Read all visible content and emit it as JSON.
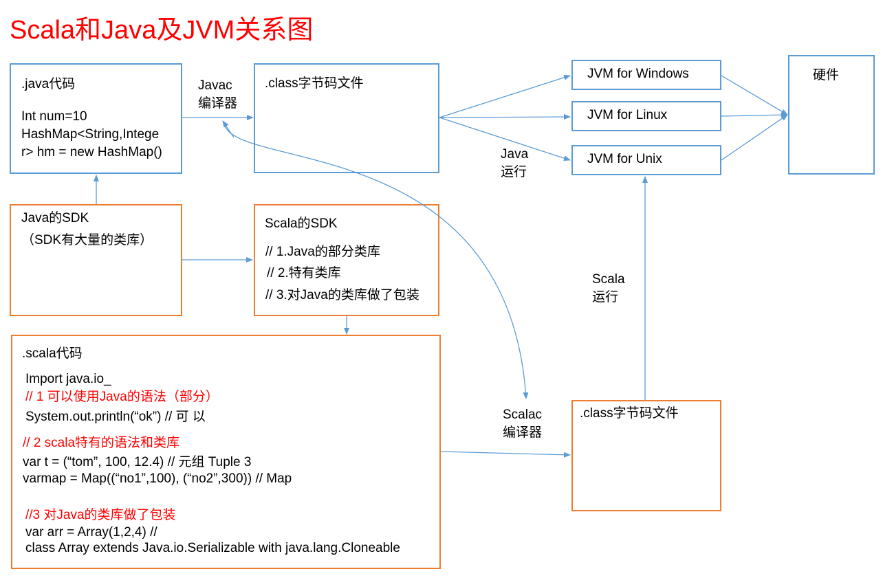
{
  "title": "Scala和Java及JVM关系图",
  "java_code": {
    "header": ".java代码",
    "line1": "Int num=10",
    "line2": "HashMap<String,Intege",
    "line3": "r> hm = new HashMap()"
  },
  "javac": {
    "line1": "Javac",
    "line2": "编译器"
  },
  "class_top": {
    "header": ".class字节码文件"
  },
  "jvm": {
    "windows": "JVM for Windows",
    "linux": "JVM for Linux",
    "unix": "JVM for Unix"
  },
  "hardware": "硬件",
  "java_run": {
    "line1": "Java",
    "line2": "运行"
  },
  "java_sdk": {
    "line1": "Java的SDK",
    "line2": "（SDK有大量的类库）"
  },
  "scala_sdk": {
    "header": "Scala的SDK",
    "item1": "// 1.Java的部分类库",
    "item2": "// 2.特有类库",
    "item3": "// 3.对Java的类库做了包装"
  },
  "scala_run": {
    "line1": "Scala",
    "line2": "运行"
  },
  "scala_code": {
    "header": ".scala代码",
    "import_line": "Import java.io_",
    "comment1": "// 1 可以使用Java的语法（部分）",
    "println_line": "System.out.println(“ok”) // 可 以",
    "comment2": "// 2 scala特有的语法和类库",
    "tuple_line": "var t = (“tom”, 100, 12.4) // 元组 Tuple 3",
    "map_line": "varmap = Map((“no1”,100), (“no2”,300)) // Map",
    "comment3": "//3 对Java的类库做了包装",
    "array_line": "var arr = Array(1,2,4) //",
    "class_line": "class Array extends Java.io.Serializable with java.lang.Cloneable"
  },
  "scalac": {
    "line1": "Scalac",
    "line2": "编译器"
  },
  "class_bottom": {
    "header": ".class字节码文件"
  },
  "colors": {
    "blue": "#5b9bd5",
    "orange": "#ed7d31",
    "red": "#ff0000"
  }
}
